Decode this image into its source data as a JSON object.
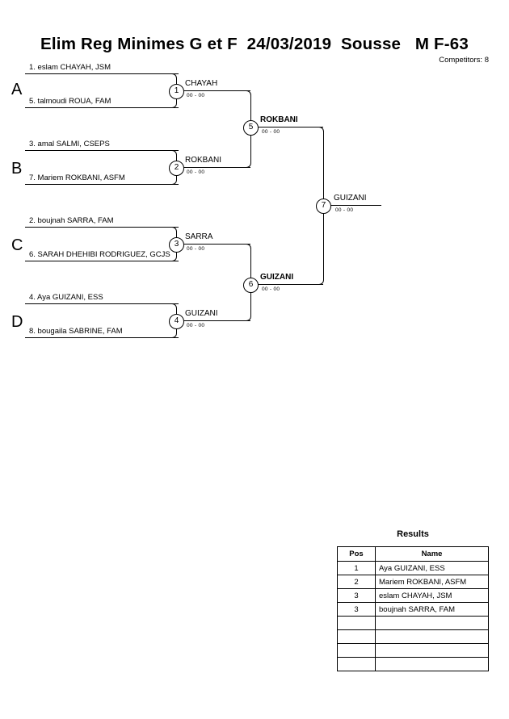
{
  "header": {
    "title": "Elim Reg Minimes G et F  24/03/2019  Sousse   M F-63",
    "competitors_label": "Competitors: 8"
  },
  "bracket": {
    "groups": [
      {
        "letter": "A"
      },
      {
        "letter": "B"
      },
      {
        "letter": "C"
      },
      {
        "letter": "D"
      }
    ],
    "round1": [
      {
        "group": "A",
        "node": "1",
        "top_seed": "1. eslam CHAYAH, JSM",
        "bottom_seed": "5. talmoudi ROUA, FAM",
        "winner": "CHAYAH",
        "score": "00 - 00"
      },
      {
        "group": "B",
        "node": "2",
        "top_seed": "3. amal SALMI, CSEPS",
        "bottom_seed": "7. Mariem ROKBANI, ASFM",
        "winner": "ROKBANI",
        "score": "00 - 00"
      },
      {
        "group": "C",
        "node": "3",
        "top_seed": "2. boujnah SARRA, FAM",
        "bottom_seed": "6. SARAH DHEHIBI RODRIGUEZ, GCJS",
        "winner": "SARRA",
        "score": "00 - 00"
      },
      {
        "group": "D",
        "node": "4",
        "top_seed": "4. Aya GUIZANI, ESS",
        "bottom_seed": "8. bougaila SABRINE, FAM",
        "winner": "GUIZANI",
        "score": "00 - 00"
      }
    ],
    "round2": [
      {
        "node": "5",
        "winner": "ROKBANI",
        "score": "00 - 00"
      },
      {
        "node": "6",
        "winner": "GUIZANI",
        "score": "00 - 00"
      }
    ],
    "final": {
      "node": "7",
      "winner": "GUIZANI",
      "score": "00 - 00"
    }
  },
  "results": {
    "title": "Results",
    "columns": [
      "Pos",
      "Name"
    ],
    "rows": [
      {
        "pos": "1",
        "name": "Aya GUIZANI, ESS"
      },
      {
        "pos": "2",
        "name": "Mariem ROKBANI, ASFM"
      },
      {
        "pos": "3",
        "name": "eslam CHAYAH, JSM"
      },
      {
        "pos": "3",
        "name": "boujnah SARRA, FAM"
      },
      {
        "pos": "",
        "name": ""
      },
      {
        "pos": "",
        "name": ""
      },
      {
        "pos": "",
        "name": ""
      },
      {
        "pos": "",
        "name": ""
      }
    ]
  }
}
